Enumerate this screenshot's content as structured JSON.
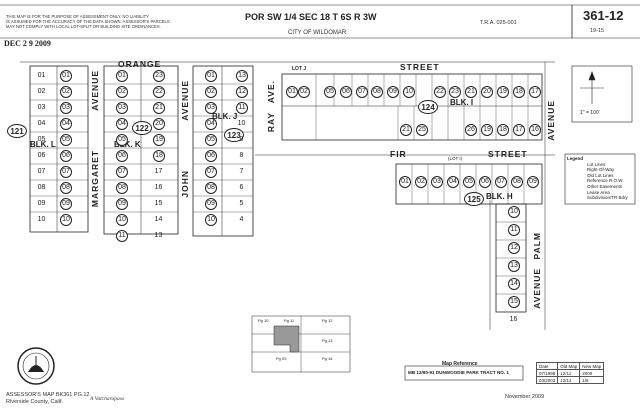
{
  "header": {
    "disclaimer": [
      "THIS MAP IS FOR THE PURPOSE OF ASSESSMENT ONLY. NO LIABILITY",
      "IS ASSUMED FOR THE ACCURACY OF THE DATA SHOWN. ASSESSOR'S PARCELS",
      "MAY NOT COMPLY WITH LOCAL LOT-SPLIT OR BUILDING SITE ORDINANCES."
    ],
    "date_stamp": "DEC 2 9 2009",
    "title": "POR SW 1/4 SEC 18 T 6S R 3W",
    "city": "CITY OF WILDOMAR",
    "tra": "T.R.A. 025-001",
    "map_number": "361-12",
    "map_sub": "19-15"
  },
  "streets": {
    "orange": "ORANGE",
    "margaret": "MARGARET",
    "avenue1": "AVENUE",
    "john": "JOHN",
    "avenue2": "AVENUE",
    "ray": "RAY",
    "ave": "AVE.",
    "street_top": "STREET",
    "fir": "FIR",
    "street_mid": "STREET",
    "avenue3": "AVENUE",
    "palm": "PALM",
    "avenue4": "AVENUE"
  },
  "blocks": {
    "l": "BLK. L",
    "k": "BLK. K",
    "j": "BLK. J",
    "i": "BLK. I",
    "h": "BLK. H"
  },
  "block_numbers": {
    "b121": "121",
    "b122": "122",
    "b123": "123",
    "b124": "124",
    "b125": "125"
  },
  "lot_labels": {
    "lot_j": "LOT J",
    "lot_i": "(LOT I)"
  },
  "north": {
    "scale": "1\" = 100'"
  },
  "legend": {
    "title": "Legend",
    "items": [
      "Lot Lines",
      "Right-Of-Way",
      "Old Lot Lines",
      "Reference R.O.W.",
      "Other Easements",
      "Lease Area",
      "Subdivision/TR Bdry"
    ]
  },
  "map_reference": {
    "title": "Map Reference",
    "text": "MB 12/90-91 DUNWOODIE PARK TRACT NO. 1"
  },
  "revision_table": {
    "headers": [
      "Date",
      "Old Map",
      "New Map"
    ],
    "rows": [
      [
        "07/1998",
        "12/11",
        "2000"
      ],
      [
        "03/2003",
        "12/12",
        "1/8"
      ]
    ]
  },
  "footer": {
    "assessor": "ASSESSOR'S MAP BK361 PG.12",
    "county": "Riverside County, Calif.",
    "signature": "A Vatcharopass",
    "date": "November 2009"
  },
  "index_map": {
    "p1": "Pg 10",
    "p2": "Pg 11",
    "p3": "Pg 12",
    "p4": "Pg 03",
    "p5": "Pg 13",
    "p6": "Pg 16"
  }
}
